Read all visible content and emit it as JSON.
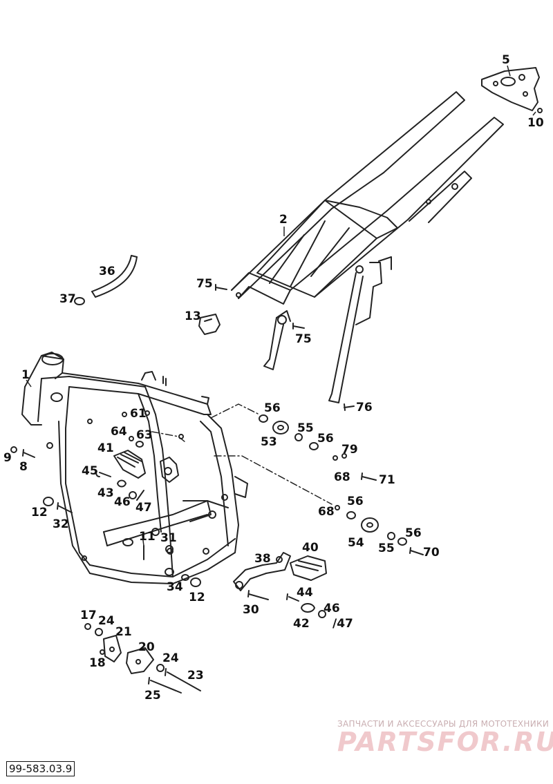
{
  "document_number": "99-583.03.9",
  "watermark": {
    "tagline": "ЗАПЧАСТИ И АКСЕССУАРЫ ДЛЯ МОТОТЕХНИКИ",
    "logo": "PARTSFOR.RU"
  },
  "callouts": [
    {
      "id": "c5",
      "text": "5"
    },
    {
      "id": "c10",
      "text": "10"
    },
    {
      "id": "c2",
      "text": "2"
    },
    {
      "id": "c36",
      "text": "36"
    },
    {
      "id": "c37",
      "text": "37"
    },
    {
      "id": "c75a",
      "text": "75"
    },
    {
      "id": "c13",
      "text": "13"
    },
    {
      "id": "c75b",
      "text": "75"
    },
    {
      "id": "c1",
      "text": "1"
    },
    {
      "id": "c76",
      "text": "76"
    },
    {
      "id": "c56a",
      "text": "56"
    },
    {
      "id": "c61",
      "text": "61"
    },
    {
      "id": "c53",
      "text": "53"
    },
    {
      "id": "c55a",
      "text": "55"
    },
    {
      "id": "c56b",
      "text": "56"
    },
    {
      "id": "c64",
      "text": "64"
    },
    {
      "id": "c63",
      "text": "63"
    },
    {
      "id": "c79",
      "text": "79"
    },
    {
      "id": "c41",
      "text": "41"
    },
    {
      "id": "c9",
      "text": "9"
    },
    {
      "id": "c8",
      "text": "8"
    },
    {
      "id": "c68a",
      "text": "68"
    },
    {
      "id": "c71",
      "text": "71"
    },
    {
      "id": "c45",
      "text": "45"
    },
    {
      "id": "c43",
      "text": "43"
    },
    {
      "id": "c46a",
      "text": "46"
    },
    {
      "id": "c47a",
      "text": "47"
    },
    {
      "id": "c56c",
      "text": "56"
    },
    {
      "id": "c68b",
      "text": "68"
    },
    {
      "id": "c12a",
      "text": "12"
    },
    {
      "id": "c32",
      "text": "32"
    },
    {
      "id": "c56d",
      "text": "56"
    },
    {
      "id": "c11",
      "text": "11"
    },
    {
      "id": "c31",
      "text": "31"
    },
    {
      "id": "c54",
      "text": "54"
    },
    {
      "id": "c55b",
      "text": "55"
    },
    {
      "id": "c70",
      "text": "70"
    },
    {
      "id": "c40",
      "text": "40"
    },
    {
      "id": "c38",
      "text": "38"
    },
    {
      "id": "c34",
      "text": "34"
    },
    {
      "id": "c12b",
      "text": "12"
    },
    {
      "id": "c44",
      "text": "44"
    },
    {
      "id": "c30",
      "text": "30"
    },
    {
      "id": "c46b",
      "text": "46"
    },
    {
      "id": "c17",
      "text": "17"
    },
    {
      "id": "c24a",
      "text": "24"
    },
    {
      "id": "c42",
      "text": "42"
    },
    {
      "id": "c47b",
      "text": "/47"
    },
    {
      "id": "c21",
      "text": "21"
    },
    {
      "id": "c20",
      "text": "20"
    },
    {
      "id": "c18",
      "text": "18"
    },
    {
      "id": "c24b",
      "text": "24"
    },
    {
      "id": "c23",
      "text": "23"
    },
    {
      "id": "c25",
      "text": "25"
    }
  ]
}
